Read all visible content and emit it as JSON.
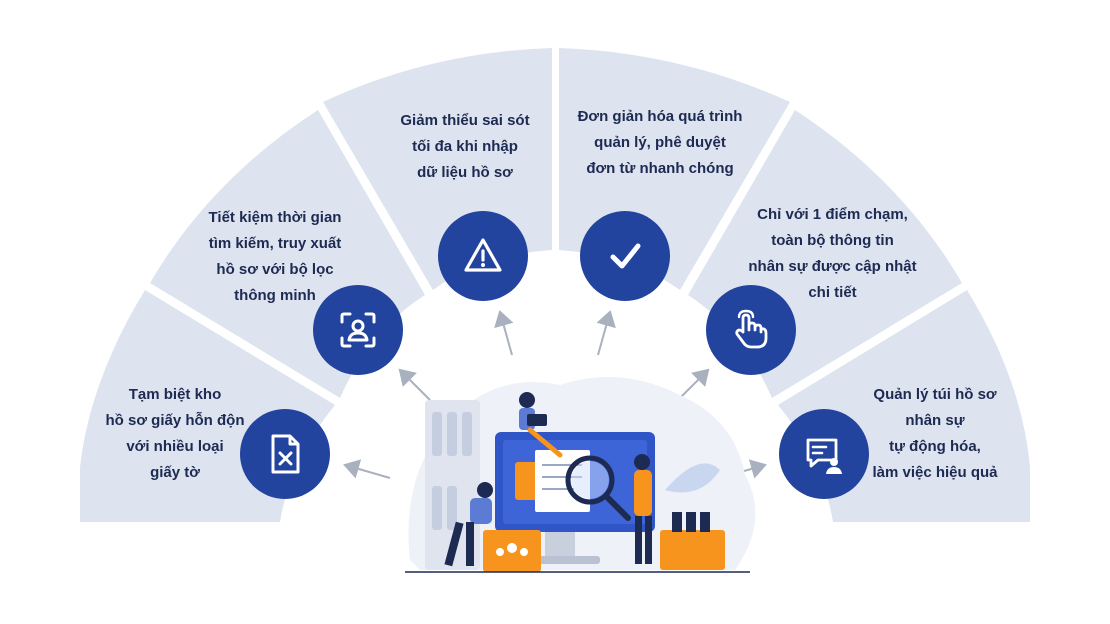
{
  "benefits": [
    {
      "lines": [
        "Tạm biệt kho",
        "hồ sơ giấy hỗn độn",
        "với nhiều loại",
        "giấy tờ"
      ],
      "icon": "file-x-icon"
    },
    {
      "lines": [
        "Tiết kiệm thời gian",
        "tìm kiếm, truy xuất",
        "hồ sơ với bộ lọc",
        "thông minh"
      ],
      "icon": "profile-scan-icon"
    },
    {
      "lines": [
        "Giảm thiểu sai sót",
        "tối đa khi nhập",
        "dữ liệu hồ sơ"
      ],
      "icon": "warning-icon"
    },
    {
      "lines": [
        "Đơn giản hóa quá trình",
        "quản lý, phê duyệt",
        "đơn từ nhanh chóng"
      ],
      "icon": "checkmark-icon"
    },
    {
      "lines": [
        "Chỉ với 1 điểm chạm,",
        "toàn bộ thông tin",
        "nhân sự được cập nhật",
        "chi tiết"
      ],
      "icon": "touch-hand-icon"
    },
    {
      "lines": [
        "Quản lý túi hồ sơ",
        "nhân sự",
        "tự động hóa,",
        "làm việc hiệu quả"
      ],
      "icon": "chat-person-icon"
    }
  ],
  "colors": {
    "segment": "#dde3ef",
    "icon_circle": "#22439e",
    "text": "#1d2a52",
    "arrow": "#a9b1bf",
    "accent_orange": "#f7941d"
  }
}
